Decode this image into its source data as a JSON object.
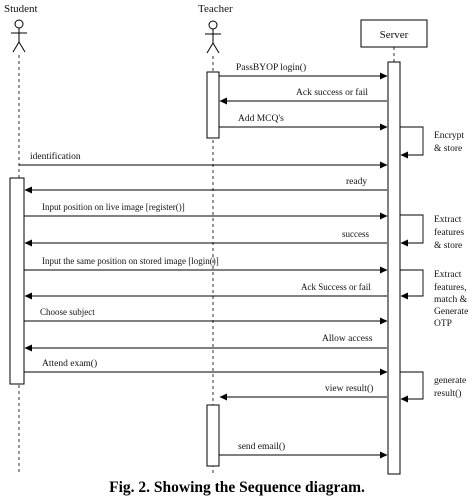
{
  "actors": {
    "student": "Student",
    "teacher": "Teacher",
    "server": "Server"
  },
  "messages": [
    "PassBYOP login()",
    "Ack success or fail",
    "Add MCQ's",
    "identification",
    "ready",
    "Input position on live image [register()]",
    "success",
    "Input the same position on stored image [login()]",
    "Ack Success or fail",
    "Choose subject",
    "Allow access",
    "Attend exam()",
    "view result()",
    "send email()"
  ],
  "notes": {
    "encrypt": [
      "Encrypt",
      "& store"
    ],
    "extract_store": [
      "Extract",
      "features",
      "& store"
    ],
    "extract_match": [
      "Extract",
      "features,",
      "match &",
      "Generate",
      "OTP"
    ],
    "generate_result": [
      "generate",
      "result()"
    ]
  },
  "caption": "Fig. 2. Showing the Sequence diagram."
}
